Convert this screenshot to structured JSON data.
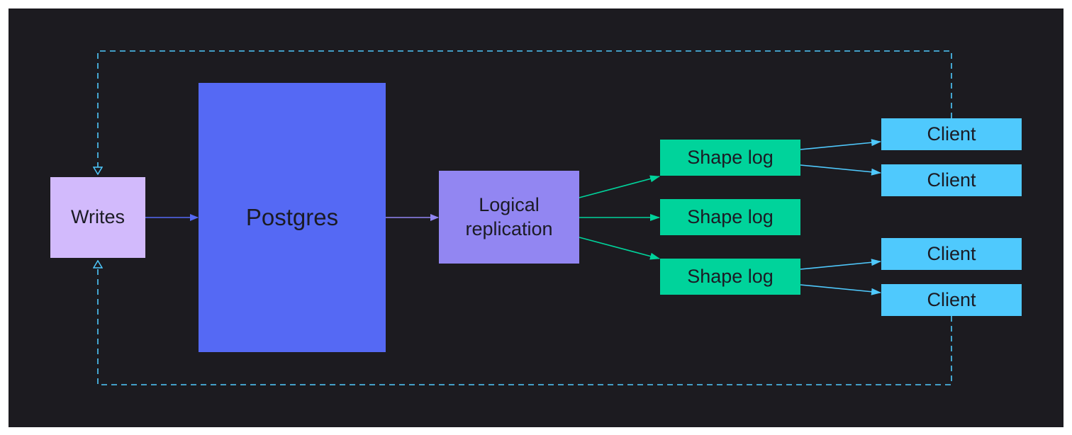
{
  "nodes": {
    "writes": {
      "label": "Writes"
    },
    "postgres": {
      "label": "Postgres"
    },
    "logical_replication": {
      "label": "Logical\nreplication"
    },
    "shape_logs": [
      {
        "label": "Shape log"
      },
      {
        "label": "Shape log"
      },
      {
        "label": "Shape log"
      }
    ],
    "clients": [
      {
        "label": "Client"
      },
      {
        "label": "Client"
      },
      {
        "label": "Client"
      },
      {
        "label": "Client"
      }
    ]
  },
  "colors": {
    "background": "#1c1b20",
    "writes": "#d2bafc",
    "postgres": "#5569f4",
    "logical_replication": "#9286f2",
    "shape_log": "#00d39b",
    "client": "#4fc9fd",
    "arrow_writes": "#5569f4",
    "arrow_postgres": "#9286f2",
    "arrow_shape": "#00d39b",
    "arrow_client": "#4fc9fd",
    "feedback_line": "#4fc9fd"
  },
  "edges": [
    {
      "from": "writes",
      "to": "postgres",
      "style": "solid"
    },
    {
      "from": "postgres",
      "to": "logical_replication",
      "style": "solid"
    },
    {
      "from": "logical_replication",
      "to": "shape_log_1",
      "style": "solid"
    },
    {
      "from": "logical_replication",
      "to": "shape_log_2",
      "style": "solid"
    },
    {
      "from": "logical_replication",
      "to": "shape_log_3",
      "style": "solid"
    },
    {
      "from": "shape_log_1",
      "to": "client_1",
      "style": "solid"
    },
    {
      "from": "shape_log_1",
      "to": "client_2",
      "style": "solid"
    },
    {
      "from": "shape_log_3",
      "to": "client_3",
      "style": "solid"
    },
    {
      "from": "shape_log_3",
      "to": "client_4",
      "style": "solid"
    },
    {
      "from": "client_1",
      "to": "writes",
      "style": "dashed"
    },
    {
      "from": "client_4",
      "to": "writes",
      "style": "dashed"
    }
  ]
}
